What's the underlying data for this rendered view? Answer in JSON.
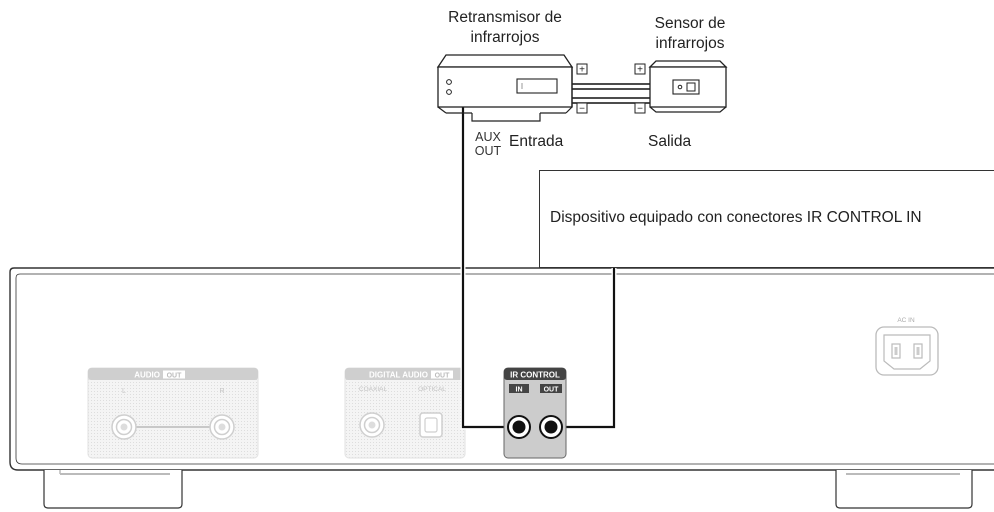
{
  "labels": {
    "repeater": "Retransmisor de\ninfrarrojos",
    "sensor": "Sensor de\ninfrarrojos",
    "aux_out": "AUX\nOUT",
    "input": "Entrada",
    "output": "Salida",
    "device": "Dispositivo equipado con conectores IR CONTROL IN"
  },
  "panel": {
    "audio_out_title": "AUDIO",
    "audio_out_tag": "OUT",
    "audio_l": "L",
    "audio_r": "R",
    "digital_title": "DIGITAL AUDIO",
    "digital_tag": "OUT",
    "coaxial": "COAXIAL",
    "optical": "OPTICAL",
    "ir_title": "IR CONTROL",
    "ir_in": "IN",
    "ir_out": "OUT",
    "ac_in": "AC IN"
  },
  "symbols": {
    "plus": "+",
    "minus": "−"
  }
}
